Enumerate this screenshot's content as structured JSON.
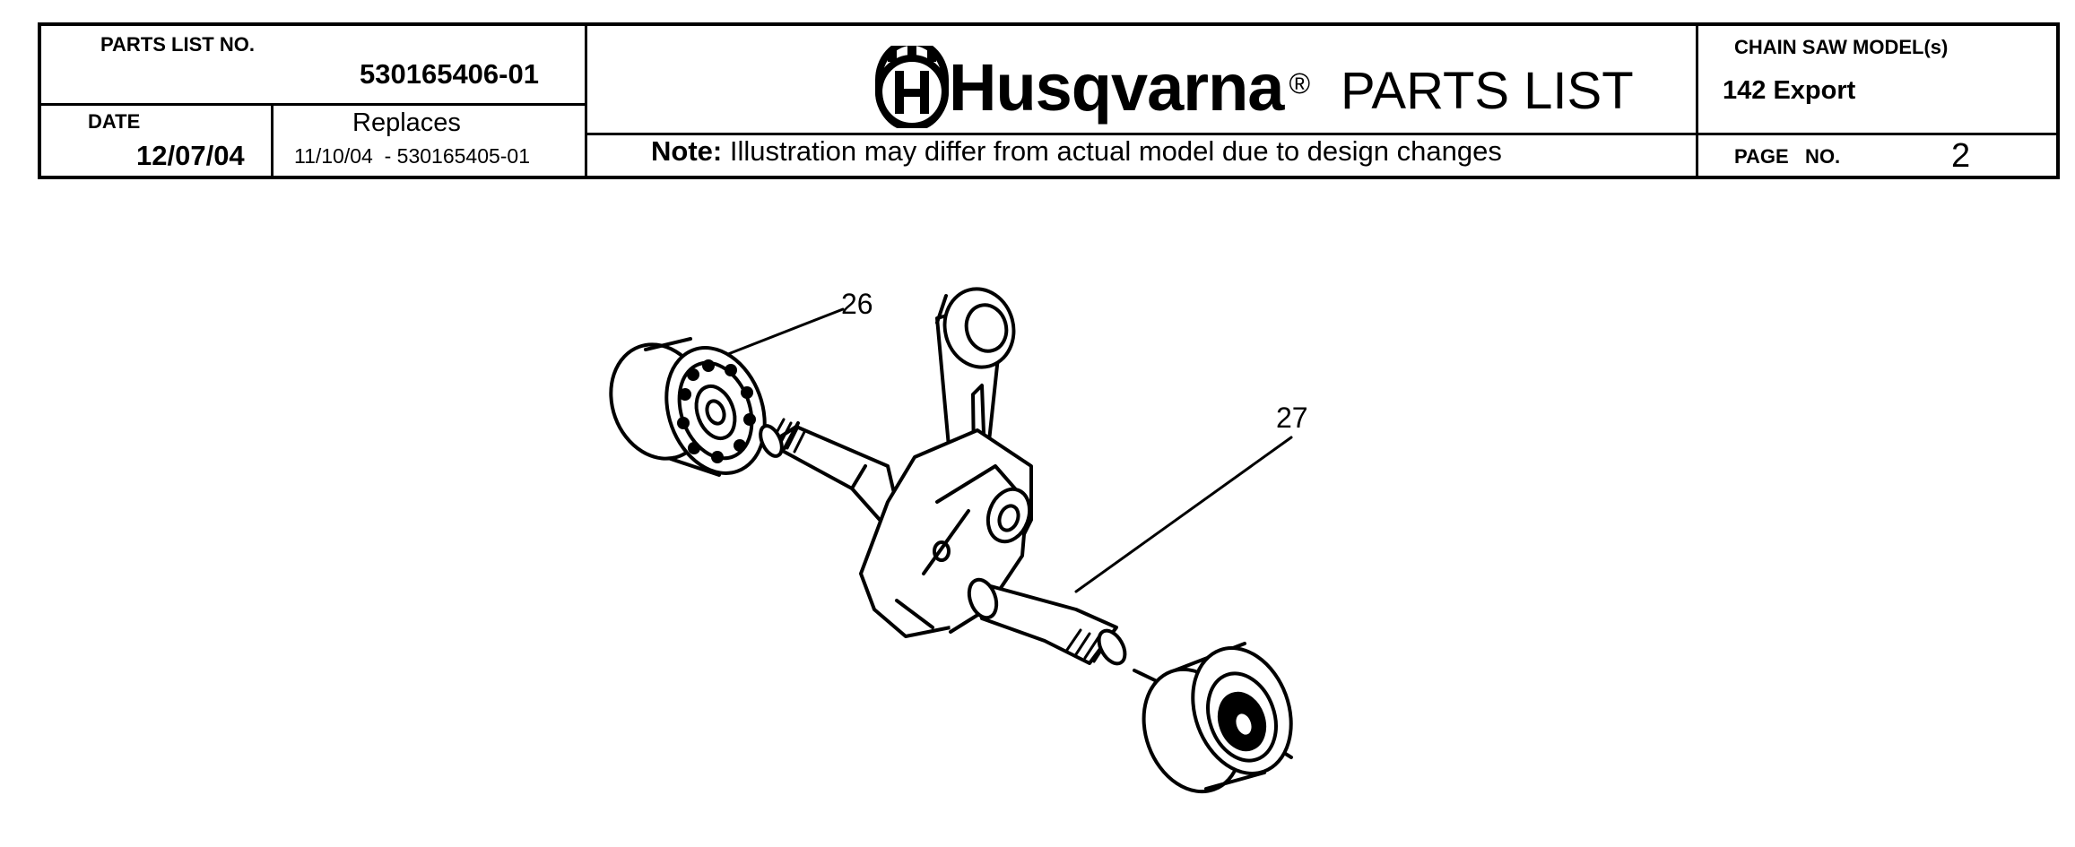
{
  "header": {
    "parts_list_no_label": "PARTS LIST NO.",
    "parts_list_no": "530165406-01",
    "date_label": "DATE",
    "date": "12/07/04",
    "replaces_label": "Replaces",
    "replaces": "11/10/04  - 530165405-01",
    "brand": "Husqvarna",
    "brand_reg": "®",
    "title": "PARTS LIST",
    "note_label": "Note:",
    "note_text": " Illustration may differ from actual model due to design changes",
    "model_label": "CHAIN SAW MODEL(s)",
    "model": "142 Export",
    "page_label": "PAGE   NO.",
    "page_no": "2"
  },
  "illustration": {
    "callouts": [
      "26",
      "27"
    ]
  },
  "colors": {
    "ink": "#000000",
    "paper": "#ffffff"
  }
}
